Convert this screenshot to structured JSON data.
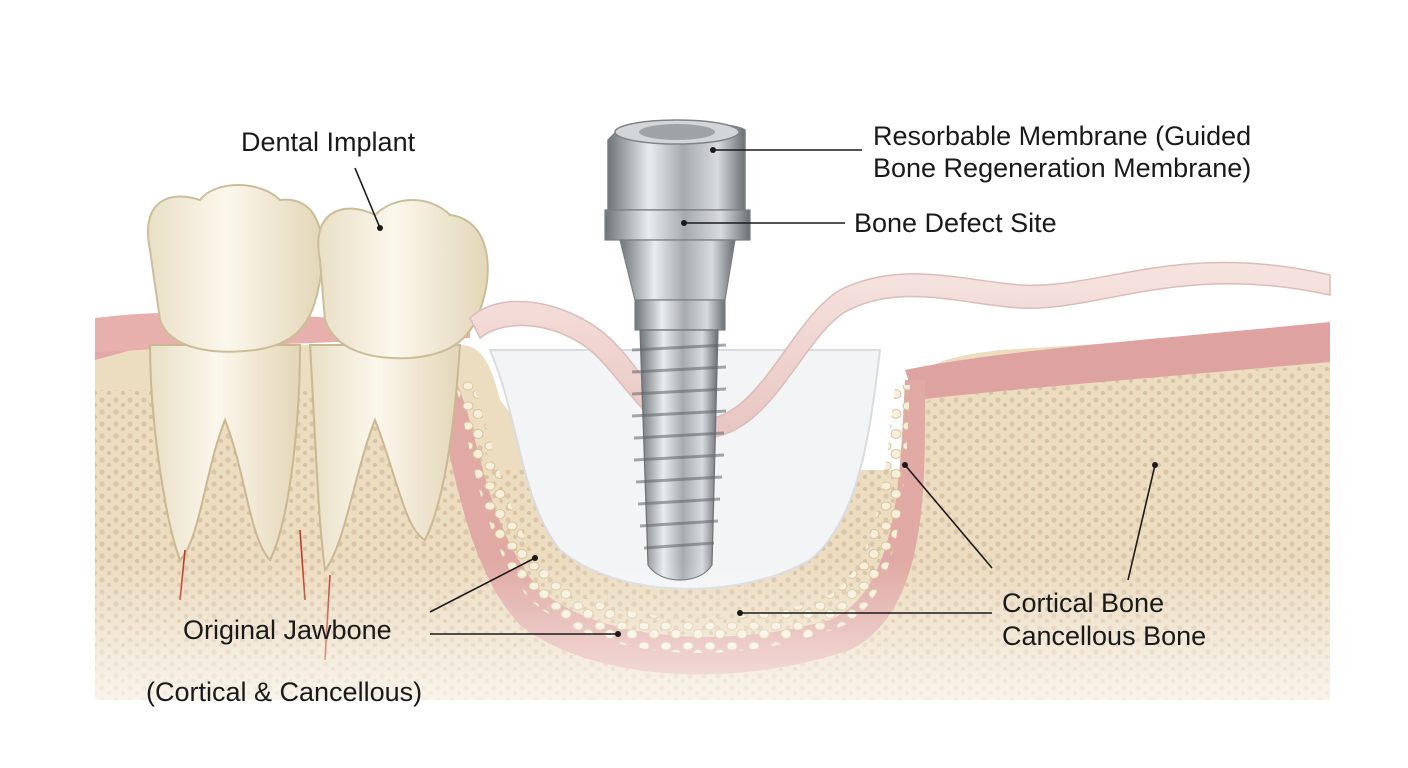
{
  "labels": {
    "dental_implant": "Dental Implant",
    "membrane_line1": "Resorbable Membrane (Guided",
    "membrane_line2": "Bone Regeneration Membrane)",
    "bone_defect_site": "Bone Defect Site",
    "original_jawbone": "Original Jawbone",
    "cortical_cancellous": "(Cortical & Cancellous)",
    "cortical_bone": "Cortical Bone",
    "cancellous_bone": "Cancellous Bone"
  },
  "colors": {
    "background": "#ffffff",
    "gum": "#e3a9a8",
    "cortical": "#e7b8b0",
    "cancellous": "#ecdcc0",
    "graft": "#efe6cf",
    "membrane": "#f1d9d6",
    "tooth": "#f4eedc",
    "implant": "#a9adb1"
  }
}
